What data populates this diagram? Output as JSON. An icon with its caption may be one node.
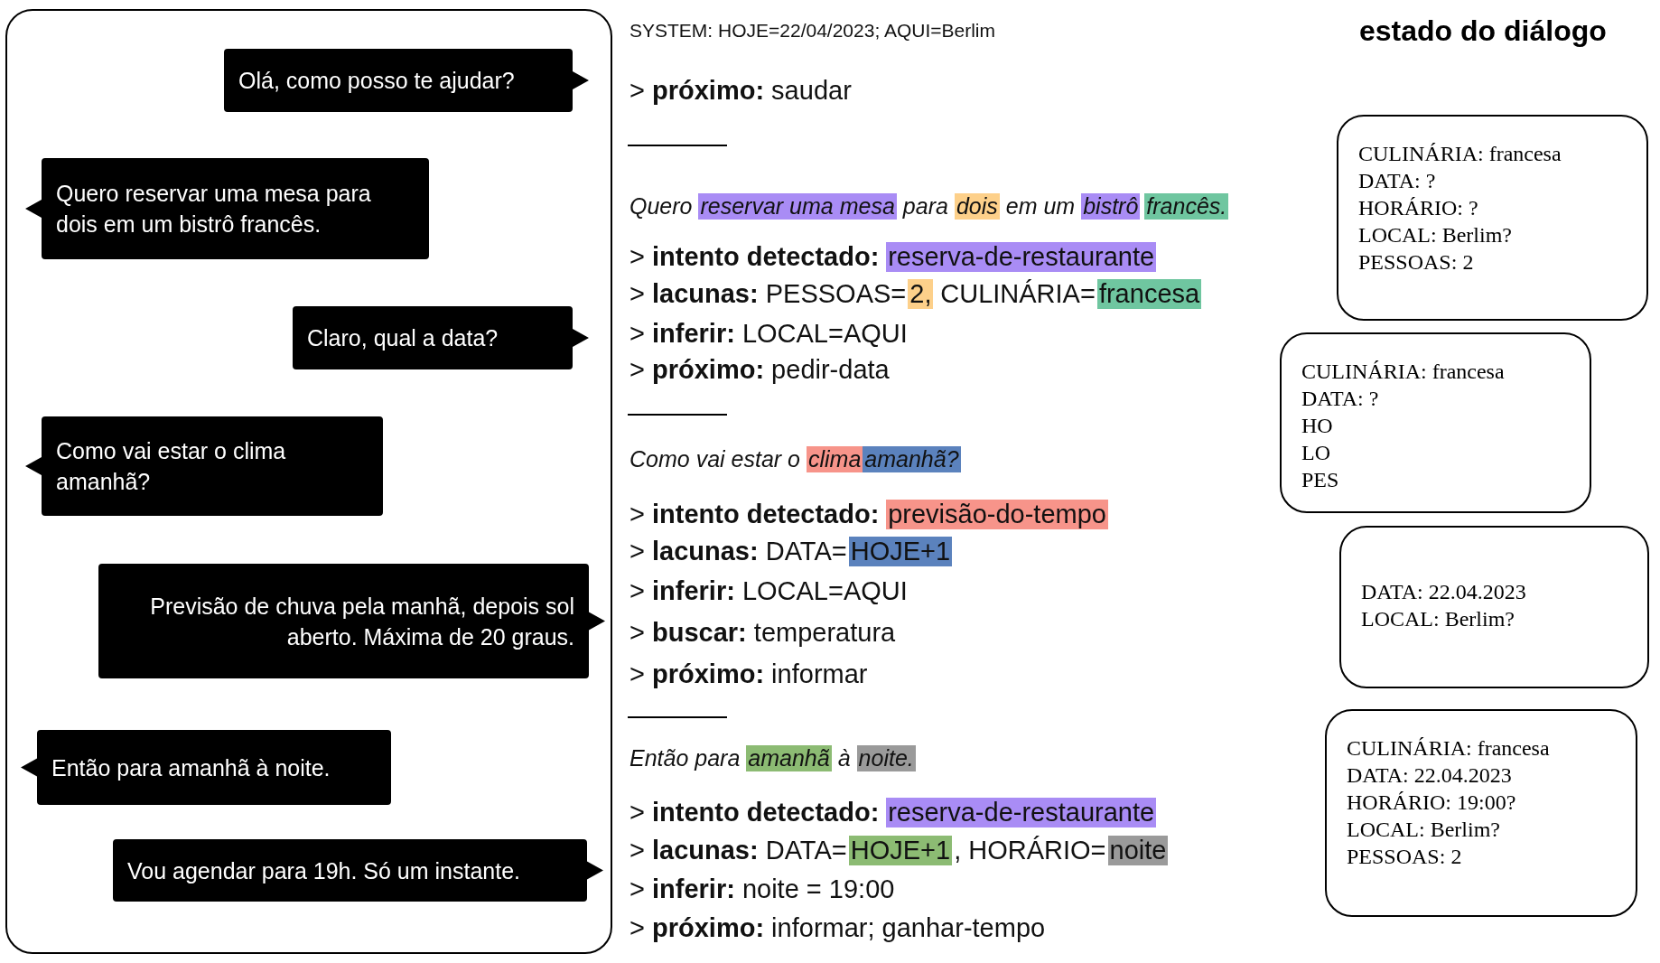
{
  "diagram": {
    "title": "estado do diálogo",
    "nodes": [
      {
        "text": [],
        "shape": "box"
      },
      {
        "text": [
          "Olá, como posso te ajudar?"
        ],
        "in": 0
      },
      {
        "text": [
          "Quero reservar uma mesa para dois em um bistrô francês."
        ],
        "in": 0
      },
      {
        "text": [
          "Claro, qual a data?"
        ],
        "in": 0
      },
      {
        "text": [
          "Como vai estar o clima amanhã?"
        ],
        "in": 0
      },
      {
        "text": [
          "Previsão de chuva pela manhã, depois sol aberto. Máxima de 20 graus."
        ],
        "in": 0
      },
      {
        "text": [
          "Então para amanhã à noite."
        ],
        "in": 0
      },
      {
        "text": [
          "Vou agendar para 19h. Só um instante."
        ],
        "in": 0
      },
      {
        "text": [
          "CULINÁRIA: francesa",
          "DATA: ?",
          "HORÁRIO: ?",
          "LOCAL: Berlim?",
          "PESSOAS: 2"
        ]
      },
      {
        "text": [
          "CULINÁRIA: francesa",
          "DATA: ?",
          "HO",
          "LO",
          "PES"
        ]
      },
      {
        "text": [
          "DATA: 22.04.2023",
          "LOCAL: Berlim?"
        ]
      },
      {
        "text": [
          "CULINÁRIA: francesa",
          "DATA: 22.04.2023",
          "HORÁRIO: 19:00?",
          "LOCAL: Berlim?",
          "PESSOAS: 2"
        ]
      }
    ],
    "labels": [
      "SYSTEM: HOJE=22/04/2023; AQUI=Berlim",
      "> **próximo:** saudar",
      "Quero",
      "reservar uma mesa",
      "para",
      "dois",
      "em um",
      "bistrô",
      "francês.",
      "> **intento detectado:**",
      "reserva-de-restaurante",
      "> **lacunas:** PESSOAS=",
      "2,",
      "CULINÁRIA=",
      "francesa",
      "> **inferir:** LOCAL=AQUI",
      "> **próximo:** pedir-data",
      "Como vai estar o",
      "clima",
      "amanhã?",
      "> **intento detectado:**",
      "previsão-do-tempo",
      "> **lacunas:** DATA=",
      "HOJE+1",
      "> **inferir:** LOCAL=AQUI",
      "> **buscar:** temperatura",
      "> **próximo:** informar",
      "Então para",
      "amanhã",
      "à",
      "noite.",
      "> **intento detectado:**",
      "reserva-de-restaurante",
      "> **lacunas:** DATA=",
      "HOJE+1",
      ", HORÁRIO=",
      "noite",
      "> **inferir:** noite = 19:00",
      "> **próximo:** informar; ganhar-tempo"
    ]
  }
}
